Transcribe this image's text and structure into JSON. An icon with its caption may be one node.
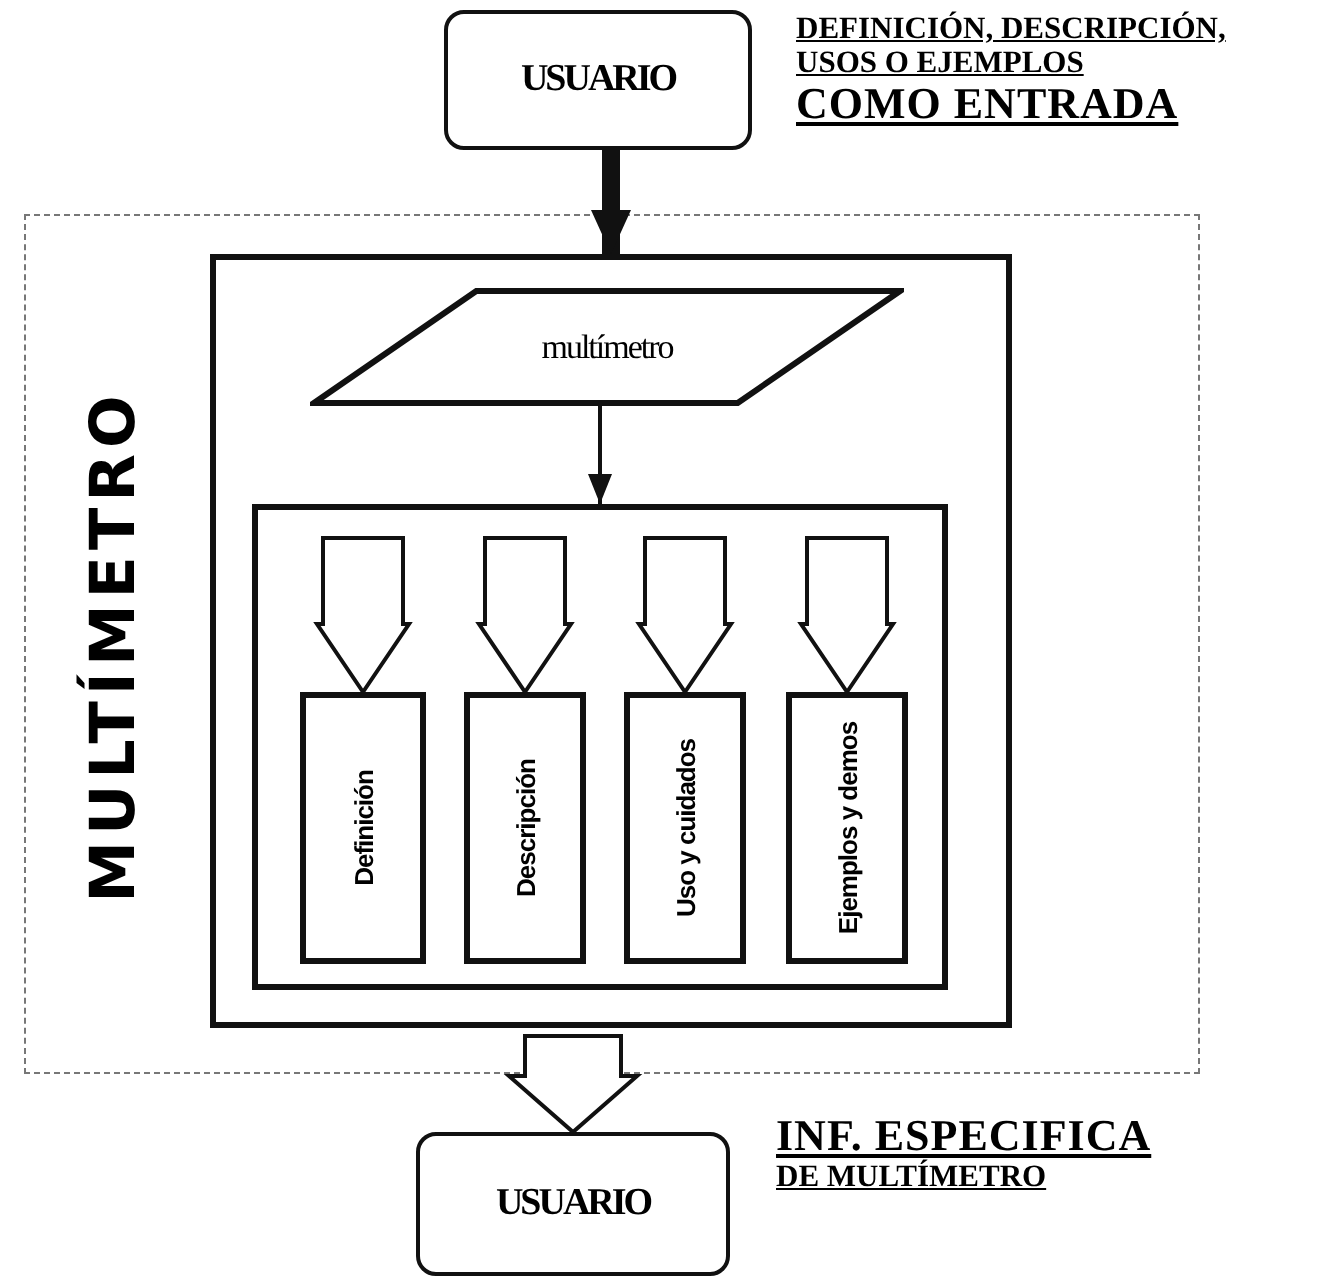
{
  "diagram": {
    "nodes": [
      {
        "text": [
          "MULTÍMETRO"
        ]
      },
      {
        "text": [
          "USUARIO"
        ],
        "beside": [
          "DEFINICIÓN, DESCRIPCIÓN, USOS O EJEMPLOS",
          "COMO ENTRADA"
        ]
      },
      {
        "text": [],
        "shape": "box",
        "in": 0
      },
      {
        "text": [
          "multímetro"
        ],
        "in": 2
      },
      {
        "text": [],
        "shape": "box",
        "in": 2
      },
      {
        "text": [
          "Definición"
        ],
        "in": 4
      },
      {
        "text": [
          "Descripción"
        ],
        "in": 4
      },
      {
        "text": [
          "Uso y cuidados"
        ],
        "in": 4
      },
      {
        "text": [
          "Ejemplos y demos"
        ],
        "in": 4
      },
      {
        "text": [
          "USUARIO"
        ],
        "beside": [
          "INF. ESPECIFICA",
          "DE MULTÍMETRO"
        ]
      }
    ],
    "edges": [
      {
        "from": 1,
        "to": 2,
        "arrow": "to",
        "style": "thick"
      },
      {
        "from": 3,
        "to": 4,
        "arrow": "to"
      },
      {
        "from": null,
        "to": 5,
        "arrow": "to",
        "style": "thick"
      },
      {
        "from": null,
        "to": 6,
        "arrow": "to",
        "style": "thick"
      },
      {
        "from": null,
        "to": 7,
        "arrow": "to",
        "style": "thick"
      },
      {
        "from": null,
        "to": 8,
        "arrow": "to",
        "style": "thick"
      },
      {
        "from": 2,
        "to": 9,
        "arrow": "to",
        "style": "thick"
      }
    ]
  }
}
